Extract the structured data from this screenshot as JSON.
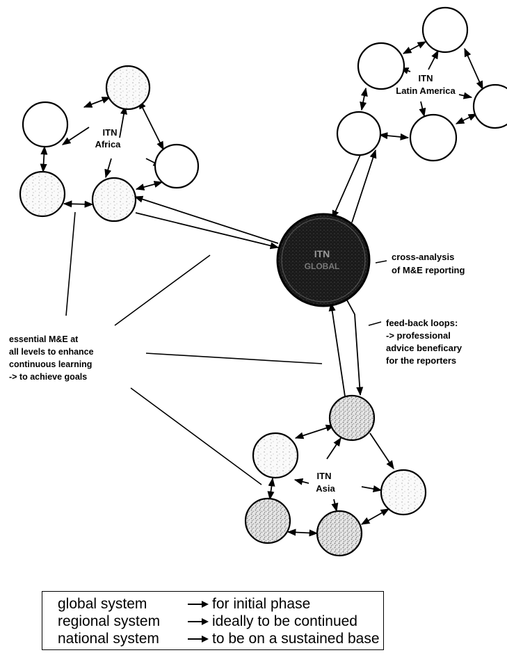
{
  "regions": {
    "africa": {
      "line1": "ITN",
      "line2": "Africa"
    },
    "latin_america": {
      "line1": "ITN",
      "line2": "Latin America"
    },
    "asia": {
      "line1": "ITN",
      "line2": "Asia"
    },
    "hub": {
      "line1": "ITN",
      "line2": "GLOBAL"
    }
  },
  "annotations": {
    "cross_analysis": [
      "cross-analysis",
      "of M&E reporting"
    ],
    "feedback": [
      "feed-back loops:",
      "-> professional",
      "advice beneficary",
      "for the reporters"
    ],
    "essential": [
      "essential M&E at",
      "all levels to enhance",
      "continuous learning",
      "-> to achieve goals"
    ]
  },
  "legend": [
    {
      "system": "global system",
      "description": "for initial phase"
    },
    {
      "system": "regional system",
      "description": "ideally to be continued"
    },
    {
      "system": "national system",
      "description": "to be on a sustained base"
    }
  ],
  "colors": {
    "ink": "#000000",
    "background": "#ffffff",
    "hub_fill": "#1a1a1a",
    "speckle": "#bdbdbd"
  }
}
